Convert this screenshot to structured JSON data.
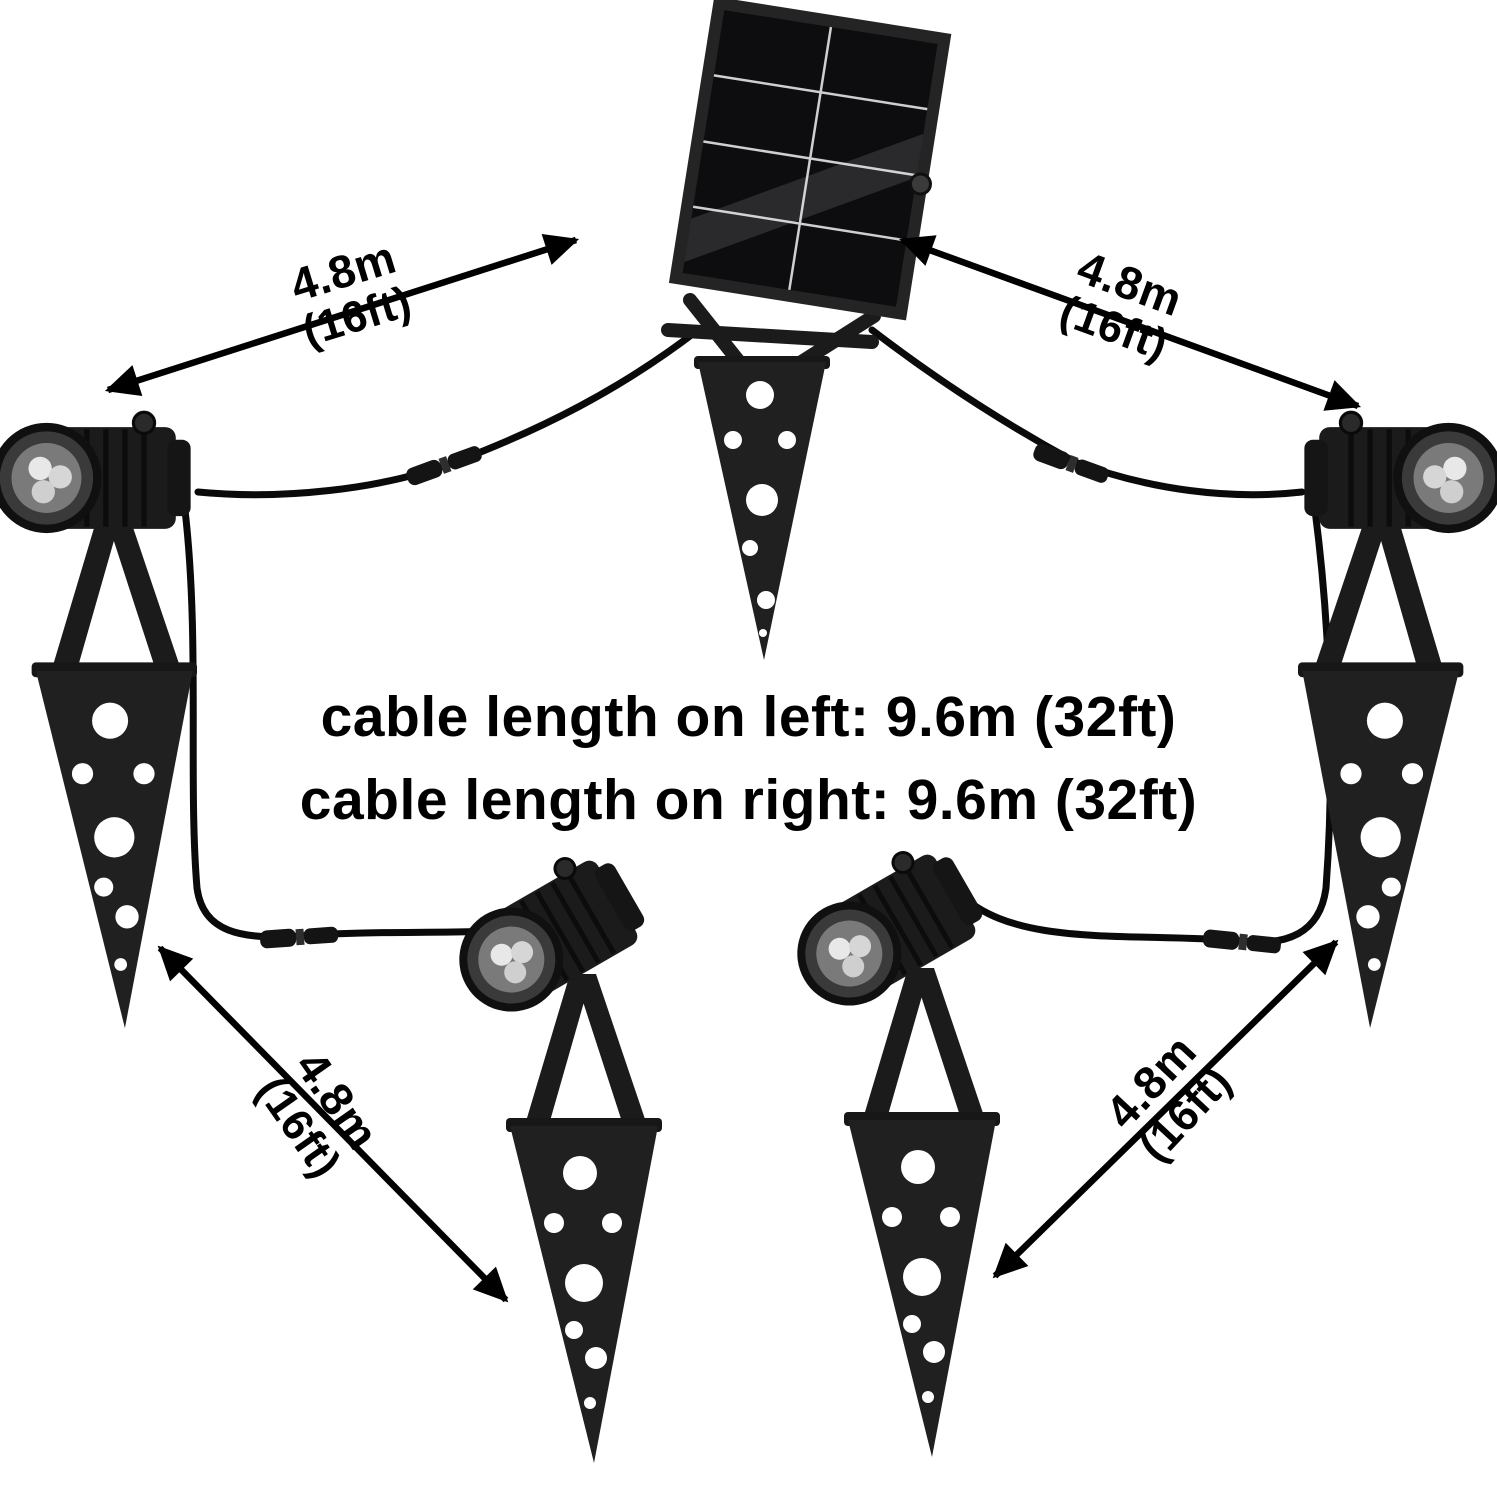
{
  "caption": {
    "line1": "cable length on left: 9.6m (32ft)",
    "line2": "cable length on right: 9.6m (32ft)"
  },
  "distances": {
    "top_left": {
      "value": "4.8m",
      "unit": "(16ft)"
    },
    "top_right": {
      "value": "4.8m",
      "unit": "(16ft)"
    },
    "bottom_left": {
      "value": "4.8m",
      "unit": "(16ft)"
    },
    "bottom_right": {
      "value": "4.8m",
      "unit": "(16ft)"
    }
  },
  "components": {
    "solar_panel": "solar-panel-with-ground-stake",
    "spotlight": "led-spotlight-with-ground-stake",
    "spotlight_count": 4,
    "connector": "inline-cable-connector",
    "connector_count": 4
  },
  "colors": {
    "background": "#ffffff",
    "text": "#000000",
    "product_black": "#1b1b1b",
    "panel_cell": "#0d0d10"
  }
}
